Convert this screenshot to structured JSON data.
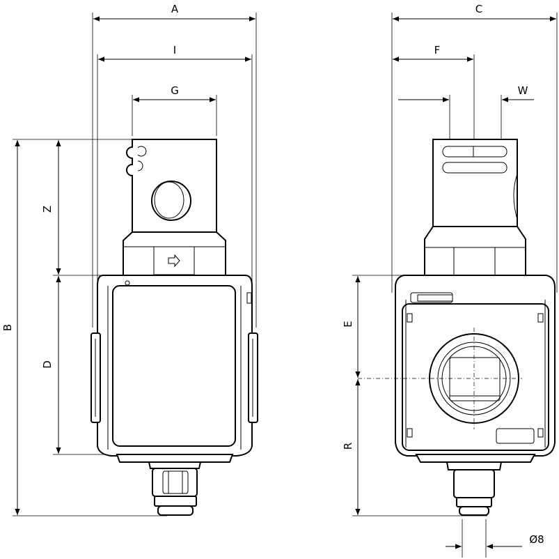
{
  "dimensions": {
    "A": "A",
    "I": "I",
    "G": "G",
    "Z": "Z",
    "D": "D",
    "B": "B",
    "C": "C",
    "F": "F",
    "W": "W",
    "E": "E",
    "R": "R",
    "port_diameter": "Ø8"
  }
}
